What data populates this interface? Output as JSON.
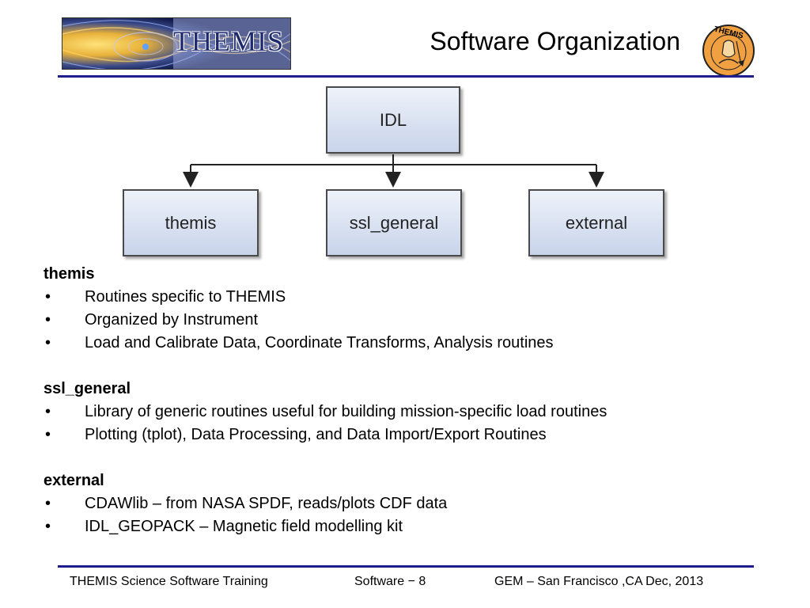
{
  "header": {
    "logo_text": "THEMIS",
    "title": "Software Organization",
    "seal_text": "THEMIS"
  },
  "diagram": {
    "root": "IDL",
    "children": [
      "themis",
      "ssl_general",
      "external"
    ]
  },
  "sections": [
    {
      "heading": "themis",
      "bullets": [
        "Routines specific to THEMIS",
        "Organized by Instrument",
        "Load and Calibrate Data, Coordinate Transforms, Analysis routines"
      ]
    },
    {
      "heading": "ssl_general",
      "bullets": [
        "Library of generic routines useful for building mission-specific load routines",
        "Plotting (tplot), Data Processing, and Data Import/Export Routines"
      ]
    },
    {
      "heading": "external",
      "bullets": [
        "CDAWlib – from NASA SPDF, reads/plots CDF data",
        "IDL_GEOPACK – Magnetic field modelling  kit"
      ]
    }
  ],
  "bullet_glyph": "•",
  "footer": {
    "left": "THEMIS Science Software Training",
    "middle": "Software − 8",
    "right": "GEM – San Francisco ,CA  Dec, 2013"
  },
  "colors": {
    "rule": "#1f1c8c",
    "box_fill_top": "#eef2fa",
    "box_fill_bottom": "#c8d4ea",
    "seal_orange": "#f0a040"
  }
}
